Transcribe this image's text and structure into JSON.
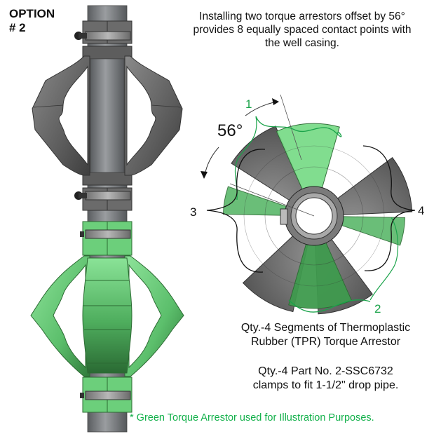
{
  "header": {
    "option_line1": "OPTION",
    "option_line2": "# 2"
  },
  "intro": {
    "line1": "Installing two torque arrestors offset by 56°",
    "line2": "provides 8 equally spaced contact points with",
    "line3": "the well casing."
  },
  "top_view": {
    "angle_label": "56°",
    "callouts": [
      {
        "id": "1",
        "label": "1",
        "color": "#1aa34a"
      },
      {
        "id": "2",
        "label": "2",
        "color": "#1aa34a"
      },
      {
        "id": "3",
        "label": "3",
        "color": "#111111"
      },
      {
        "id": "4",
        "label": "4",
        "color": "#111111"
      }
    ]
  },
  "description": {
    "segments_line1": "Qty.-4 Segments of Thermoplastic",
    "segments_line2": "Rubber (TPR) Torque Arrestor",
    "clamps_line1": "Qty.-4  Part No. 2-SSC6732",
    "clamps_line2": "clamps to fit 1-1/2\" drop pipe."
  },
  "footnote": "* Green Torque Arrestor used for Illustration Purposes.",
  "colors": {
    "gray_arrestor": "#6e6e6e",
    "green_arrestor": "#6fd47e",
    "green_dark": "#2f7a3a",
    "pipe": "#7a7d80",
    "callout_green": "#1aa34a"
  }
}
